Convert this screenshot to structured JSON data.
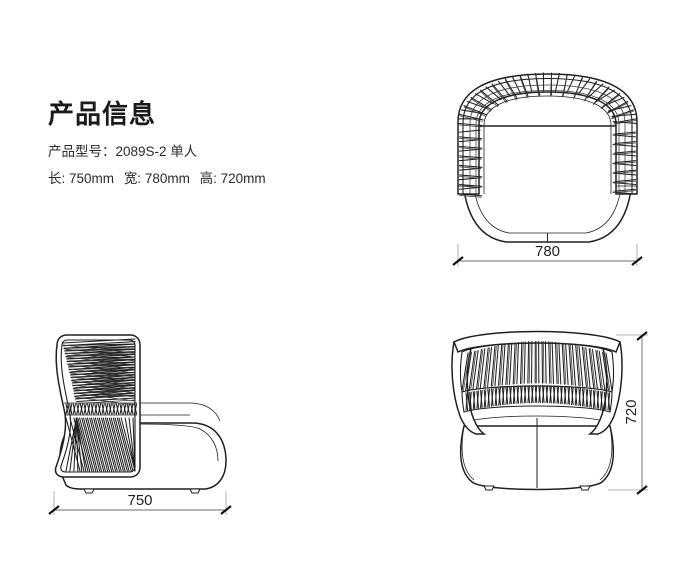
{
  "document": {
    "kind": "product-spec-drawing",
    "background_color": "#ffffff",
    "line_color": "#231f20",
    "dimension_color": "#6b6b6b"
  },
  "info": {
    "title": "产品信息",
    "model_label": "产品型号：",
    "model_value": "2089S-2 单人",
    "length_label": "长:",
    "length_value": "750mm",
    "width_label": "宽:",
    "width_value": "780mm",
    "height_label": "高:",
    "height_value": "720mm"
  },
  "views": {
    "top": {
      "name": "top-view",
      "dimension": {
        "value": "780",
        "axis": "horizontal"
      }
    },
    "side": {
      "name": "side-view",
      "dimension": {
        "value": "750",
        "axis": "horizontal"
      }
    },
    "front": {
      "name": "front-view",
      "dimension": {
        "value": "720",
        "axis": "vertical"
      }
    }
  }
}
